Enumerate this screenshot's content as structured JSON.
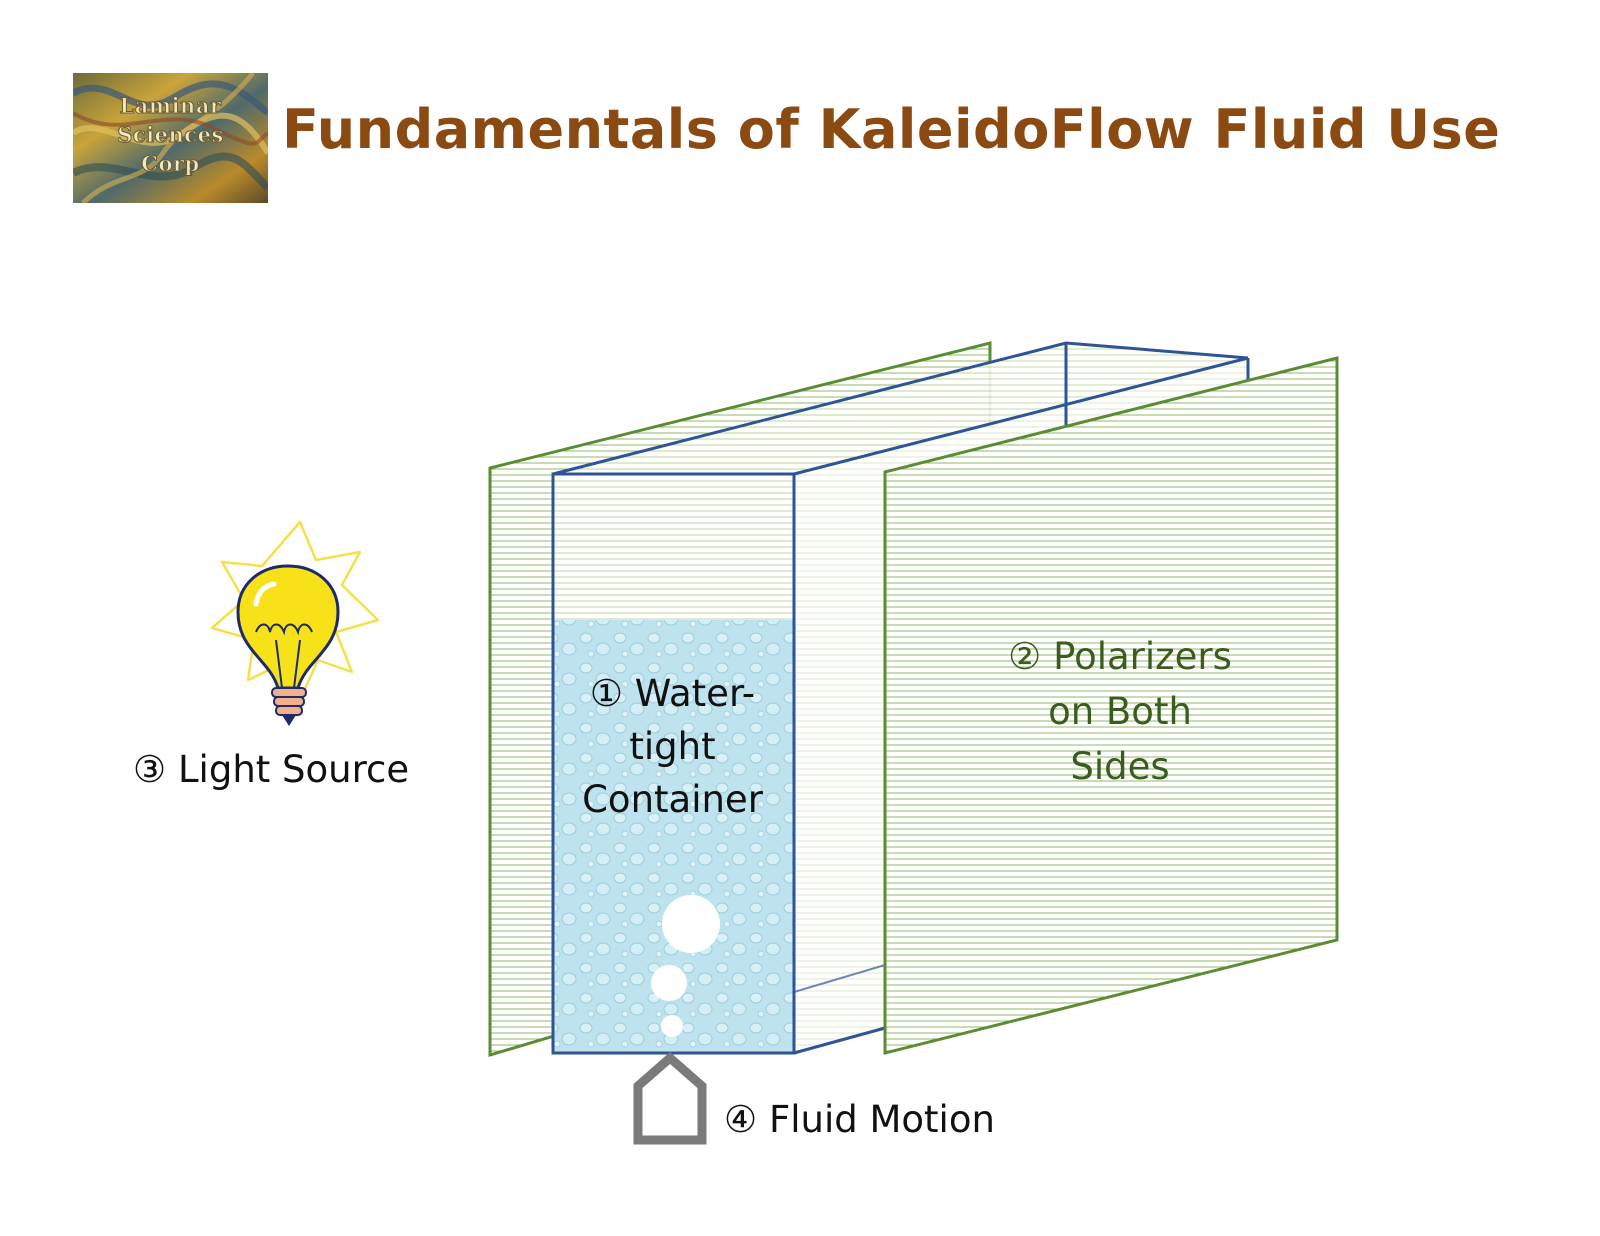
{
  "header": {
    "title": "Fundamentals of KaleidoFlow Fluid Use",
    "logo_lines": [
      "Laminar",
      "Sciences",
      "Corp"
    ]
  },
  "labels": {
    "container": {
      "marker": "①",
      "lines": [
        "Water-",
        "tight",
        "Container"
      ]
    },
    "polarizers": {
      "marker": "②",
      "lines": [
        "Polarizers",
        "on Both",
        "Sides"
      ]
    },
    "light": {
      "marker": "③",
      "text": "Light Source"
    },
    "motion": {
      "marker": "④",
      "text": "Fluid Motion"
    }
  },
  "colors": {
    "title": "#8b4a12",
    "polarizer": "#5b8c34",
    "container": "#2f5496",
    "water": "#bfe3ee",
    "bulb": "#f7e21a",
    "arrow": "#7a7a7a"
  },
  "icons": [
    "logo-image",
    "lightbulb-icon",
    "arrow-up-icon"
  ]
}
